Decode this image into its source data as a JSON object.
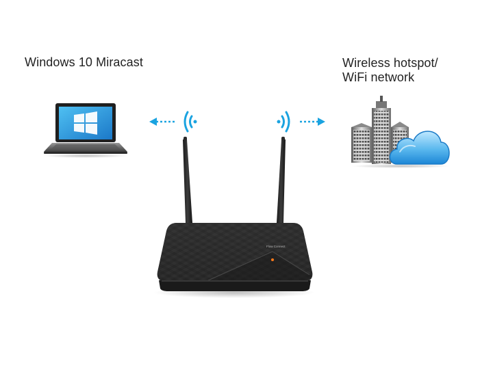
{
  "labels": {
    "left": "Windows 10 Miracast",
    "right_line1": "Wireless hotspot/",
    "right_line2": "WiFi network"
  },
  "router": {
    "brand_text": "Flow Connect"
  },
  "colors": {
    "signal_blue": "#1aa3e0",
    "router_body": "#2b2b2b",
    "cloud_blue": "#3fa9e6",
    "screen_blue": "#1d8fd6"
  },
  "icons": {
    "left_device": "laptop-windows-icon",
    "right_device": "city-cloud-icon",
    "center_device": "wifi-router-icon"
  }
}
